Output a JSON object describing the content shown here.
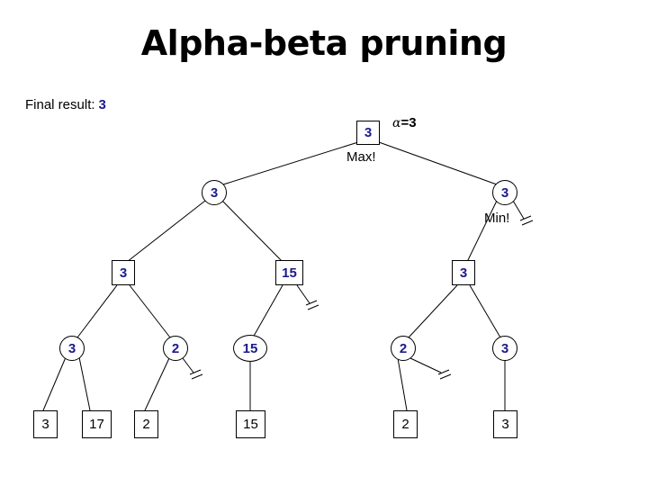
{
  "slide": {
    "title": "Alpha-beta pruning",
    "final_result_label": "Final result:",
    "final_result_value": "3",
    "accent_value_color": "#1a1a8c",
    "line_color": "#000000",
    "background_color": "#ffffff"
  },
  "annotations": {
    "alpha_symbol": "α",
    "alpha_equation": "=3",
    "max_label": "Max!",
    "min_label": "Min!"
  },
  "tree": {
    "root": {
      "value": "3",
      "shape": "square",
      "role": "max"
    },
    "level2": [
      {
        "value": "3",
        "shape": "circle",
        "role": "min"
      },
      {
        "value": "3",
        "shape": "circle",
        "role": "min"
      }
    ],
    "level3": [
      {
        "value": "3",
        "shape": "square",
        "role": "max"
      },
      {
        "value": "15",
        "shape": "square",
        "role": "max"
      },
      {
        "value": "3",
        "shape": "square",
        "role": "max"
      }
    ],
    "level4": [
      {
        "value": "3",
        "shape": "circle",
        "role": "min"
      },
      {
        "value": "2",
        "shape": "circle",
        "role": "min"
      },
      {
        "value": "15",
        "shape": "circle",
        "role": "min"
      },
      {
        "value": "2",
        "shape": "circle",
        "role": "min"
      },
      {
        "value": "3",
        "shape": "circle",
        "role": "min"
      }
    ],
    "leaves": [
      {
        "value": "3"
      },
      {
        "value": "17"
      },
      {
        "value": "2"
      },
      {
        "value": "15"
      },
      {
        "value": "2"
      },
      {
        "value": "3"
      }
    ],
    "pruned_branch_count": 4
  }
}
